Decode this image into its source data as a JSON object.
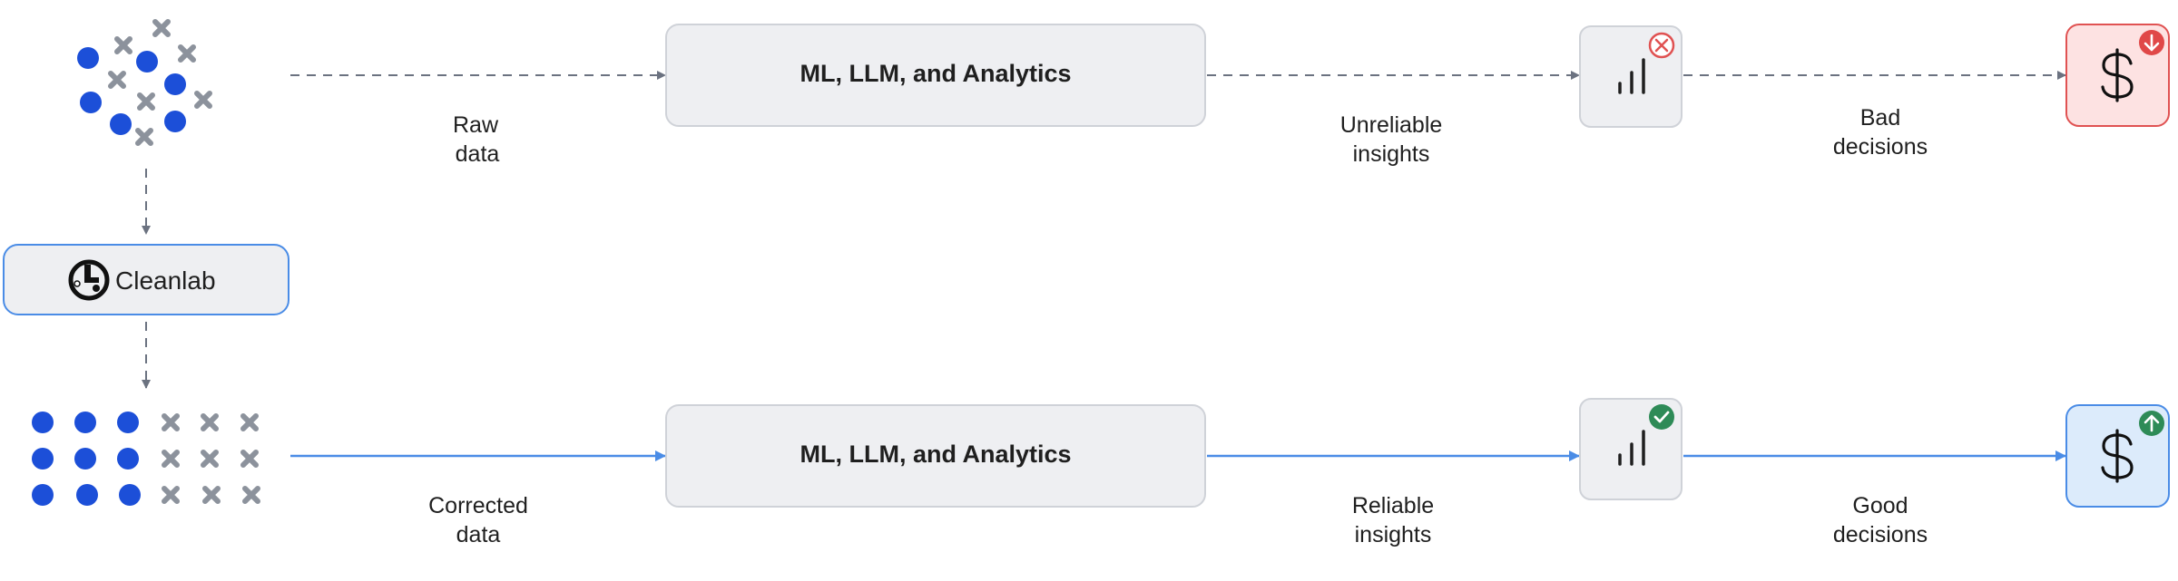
{
  "top_row": {
    "process_label": "ML, LLM, and Analytics",
    "edge1_label": [
      "Raw",
      "data"
    ],
    "edge2_label": [
      "Unreliable",
      "insights"
    ],
    "edge3_label": [
      "Bad",
      "decisions"
    ],
    "status": "error",
    "trend": "down"
  },
  "middle": {
    "tool_label": "Cleanlab"
  },
  "bottom_row": {
    "process_label": "ML, LLM, and Analytics",
    "edge1_label": [
      "Corrected",
      "data"
    ],
    "edge2_label": [
      "Reliable",
      "insights"
    ],
    "edge3_label": [
      "Good",
      "decisions"
    ],
    "status": "success",
    "trend": "up"
  },
  "colors": {
    "dot": "#1c4fd8",
    "cross": "#8c929c",
    "dashed_arrow": "#6b7280",
    "solid_arrow": "#4a8ce6",
    "box_fill": "#eeeff2",
    "box_stroke": "#cfd2d8",
    "bad_fill": "#fde2e2",
    "bad_stroke": "#e05252",
    "good_fill": "#dcebfb",
    "good_stroke": "#4a8ce6",
    "error_badge": "#e05252",
    "success_badge": "#2e8b57",
    "down_badge": "#e04848",
    "up_badge": "#2e8b57"
  }
}
